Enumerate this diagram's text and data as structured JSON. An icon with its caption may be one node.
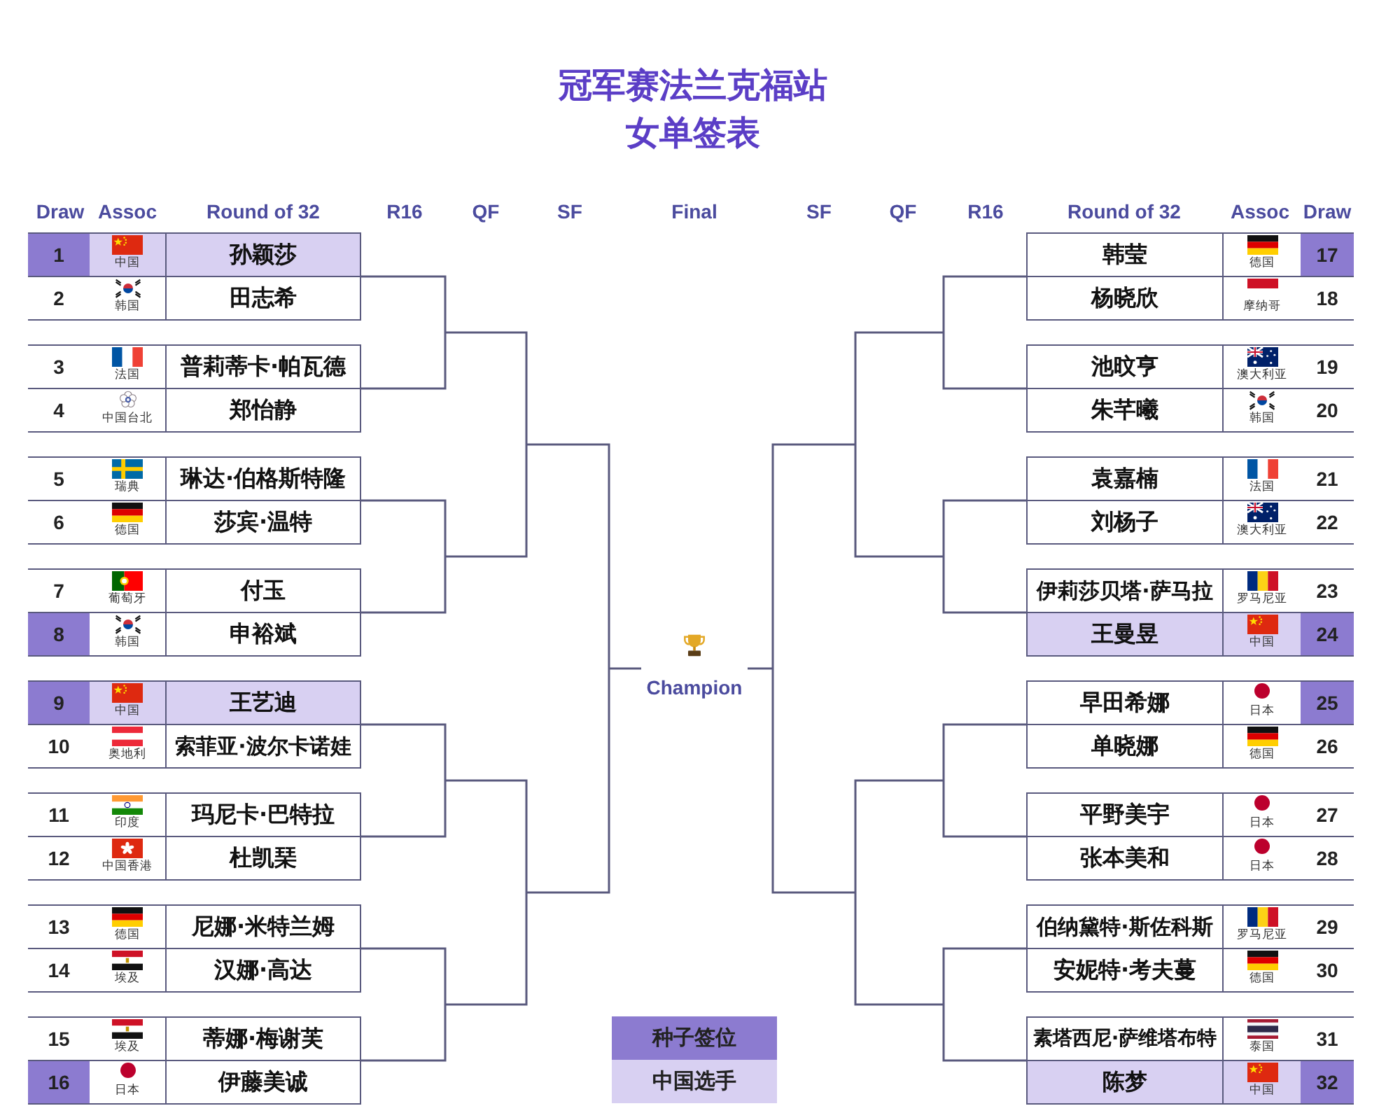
{
  "diagram": {
    "title": "冠军赛法兰克福站女单签表",
    "nodes": [
      {
        "text": [
          "1",
          "中国",
          "孙颖莎"
        ]
      },
      {
        "text": [
          "2",
          "韩国",
          "田志希"
        ]
      },
      {
        "text": [
          "3",
          "法国",
          "普莉蒂卡·帕瓦德"
        ]
      },
      {
        "text": [
          "4",
          "中国台北",
          "郑怡静"
        ]
      },
      {
        "text": [
          "5",
          "瑞典",
          "琳达·伯格斯特隆"
        ]
      },
      {
        "text": [
          "6",
          "德国",
          "莎宾·温特"
        ]
      },
      {
        "text": [
          "7",
          "葡萄牙",
          "付玉"
        ]
      },
      {
        "text": [
          "8",
          "韩国",
          "申裕斌"
        ]
      },
      {
        "text": [
          "9",
          "中国",
          "王艺迪"
        ]
      },
      {
        "text": [
          "10",
          "奥地利",
          "索菲亚·波尔卡诺娃"
        ]
      },
      {
        "text": [
          "11",
          "印度",
          "玛尼卡·巴特拉"
        ]
      },
      {
        "text": [
          "12",
          "中国香港",
          "杜凯琹"
        ]
      },
      {
        "text": [
          "13",
          "德国",
          "尼娜·米特兰姆"
        ]
      },
      {
        "text": [
          "14",
          "埃及",
          "汉娜·高达"
        ]
      },
      {
        "text": [
          "15",
          "埃及",
          "蒂娜·梅谢芙"
        ]
      },
      {
        "text": [
          "16",
          "日本",
          "伊藤美诚"
        ]
      },
      {
        "text": [
          "Champion"
        ]
      },
      {
        "text": [
          "韩莹",
          "德国",
          "17"
        ]
      },
      {
        "text": [
          "杨晓欣",
          "摩纳哥",
          "18"
        ]
      },
      {
        "text": [
          "池旼亨",
          "澳大利亚",
          "19"
        ]
      },
      {
        "text": [
          "朱芊曦",
          "韩国",
          "20"
        ]
      },
      {
        "text": [
          "袁嘉楠",
          "法国",
          "21"
        ]
      },
      {
        "text": [
          "刘杨子",
          "澳大利亚",
          "22"
        ]
      },
      {
        "text": [
          "伊莉莎贝塔·萨马拉",
          "罗马尼亚",
          "23"
        ]
      },
      {
        "text": [
          "王曼昱",
          "中国",
          "24"
        ]
      },
      {
        "text": [
          "早田希娜",
          "日本",
          "25"
        ]
      },
      {
        "text": [
          "单晓娜",
          "德国",
          "26"
        ]
      },
      {
        "text": [
          "平野美宇",
          "日本",
          "27"
        ]
      },
      {
        "text": [
          "张本美和",
          "日本",
          "28"
        ]
      },
      {
        "text": [
          "伯纳黛特·斯佐科斯",
          "罗马尼亚",
          "29"
        ]
      },
      {
        "text": [
          "安妮特·考夫蔓",
          "德国",
          "30"
        ]
      },
      {
        "text": [
          "素塔西尼·萨维塔布特",
          "泰国",
          "31"
        ]
      },
      {
        "text": [
          "陈梦",
          "中国",
          "32"
        ]
      }
    ],
    "edges": [
      {
        "from": 0,
        "to": 16,
        "arrow": "none"
      },
      {
        "from": 1,
        "to": 16,
        "arrow": "none"
      },
      {
        "from": 2,
        "to": 16,
        "arrow": "none"
      },
      {
        "from": 3,
        "to": 16,
        "arrow": "none"
      },
      {
        "from": 4,
        "to": 16,
        "arrow": "none"
      },
      {
        "from": 5,
        "to": 16,
        "arrow": "none"
      },
      {
        "from": 6,
        "to": 16,
        "arrow": "none"
      },
      {
        "from": 7,
        "to": 16,
        "arrow": "none"
      },
      {
        "from": 8,
        "to": 16,
        "arrow": "none"
      },
      {
        "from": 9,
        "to": 16,
        "arrow": "none"
      },
      {
        "from": 10,
        "to": 16,
        "arrow": "none"
      },
      {
        "from": 11,
        "to": 16,
        "arrow": "none"
      },
      {
        "from": 12,
        "to": 16,
        "arrow": "none"
      },
      {
        "from": 13,
        "to": 16,
        "arrow": "none"
      },
      {
        "from": 14,
        "to": 16,
        "arrow": "none"
      },
      {
        "from": 15,
        "to": 16,
        "arrow": "none"
      },
      {
        "from": 17,
        "to": 16,
        "arrow": "none"
      },
      {
        "from": 18,
        "to": 16,
        "arrow": "none"
      },
      {
        "from": 19,
        "to": 16,
        "arrow": "none"
      },
      {
        "from": 20,
        "to": 16,
        "arrow": "none"
      },
      {
        "from": 21,
        "to": 16,
        "arrow": "none"
      },
      {
        "from": 22,
        "to": 16,
        "arrow": "none"
      },
      {
        "from": 23,
        "to": 16,
        "arrow": "none"
      },
      {
        "from": 24,
        "to": 16,
        "arrow": "none"
      },
      {
        "from": 25,
        "to": 16,
        "arrow": "none"
      },
      {
        "from": 26,
        "to": 16,
        "arrow": "none"
      },
      {
        "from": 27,
        "to": 16,
        "arrow": "none"
      },
      {
        "from": 28,
        "to": 16,
        "arrow": "none"
      },
      {
        "from": 29,
        "to": 16,
        "arrow": "none"
      },
      {
        "from": 30,
        "to": 16,
        "arrow": "none"
      },
      {
        "from": 31,
        "to": 16,
        "arrow": "none"
      },
      {
        "from": 32,
        "to": 16,
        "arrow": "none"
      }
    ],
    "labels": [
      "Draw",
      "Assoc",
      "Round of 32",
      "R16",
      "QF",
      "SF",
      "Final",
      "SF",
      "QF",
      "R16",
      "Round of 32",
      "Assoc",
      "Draw"
    ],
    "legend": [
      {
        "text": "种子签位",
        "color": "#8c7bd0"
      },
      {
        "text": "中国选手",
        "color": "#d8d0f2"
      }
    ]
  }
}
